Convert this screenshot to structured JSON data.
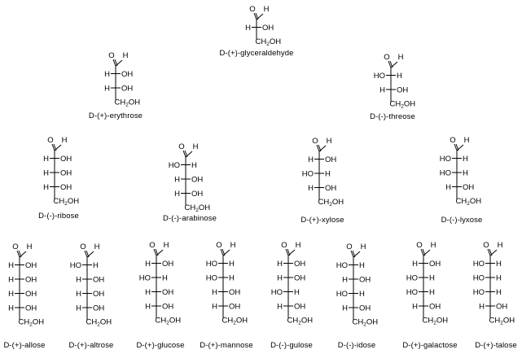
{
  "diagram_type": "Fischer projections of D-aldoses",
  "labels": {
    "aldehyde_h": "H",
    "carbonyl_o": "O",
    "h": "H",
    "oh": "OH",
    "ho": "HO",
    "terminal": "CH2OH"
  },
  "colors": {
    "ink": "#000000",
    "background": "#ffffff"
  },
  "sugars": [
    {
      "id": "glyceraldehyde",
      "name": "D-(+)-glyceraldehyde",
      "row": 1,
      "centers": [
        "R"
      ]
    },
    {
      "id": "erythrose",
      "name": "D-(+)-erythrose",
      "row": 2,
      "centers": [
        "R",
        "R"
      ]
    },
    {
      "id": "threose",
      "name": "D-(-)-threose",
      "row": 2,
      "centers": [
        "L",
        "R"
      ]
    },
    {
      "id": "ribose",
      "name": "D-(-)-ribose",
      "row": 3,
      "centers": [
        "R",
        "R",
        "R"
      ]
    },
    {
      "id": "arabinose",
      "name": "D-(-)-arabinose",
      "row": 3,
      "centers": [
        "L",
        "R",
        "R"
      ]
    },
    {
      "id": "xylose",
      "name": "D-(+)-xylose",
      "row": 3,
      "centers": [
        "R",
        "L",
        "R"
      ]
    },
    {
      "id": "lyxose",
      "name": "D-(-)-lyxose",
      "row": 3,
      "centers": [
        "L",
        "L",
        "R"
      ]
    },
    {
      "id": "allose",
      "name": "D-(+)-allose",
      "row": 4,
      "centers": [
        "R",
        "R",
        "R",
        "R"
      ]
    },
    {
      "id": "altrose",
      "name": "D-(+)-altrose",
      "row": 4,
      "centers": [
        "L",
        "R",
        "R",
        "R"
      ]
    },
    {
      "id": "glucose",
      "name": "D-(+)-glucose",
      "row": 4,
      "centers": [
        "R",
        "L",
        "R",
        "R"
      ]
    },
    {
      "id": "mannose",
      "name": "D-(+)-mannose",
      "row": 4,
      "centers": [
        "L",
        "L",
        "R",
        "R"
      ]
    },
    {
      "id": "gulose",
      "name": "D-(-)-gulose",
      "row": 4,
      "centers": [
        "R",
        "R",
        "L",
        "R"
      ]
    },
    {
      "id": "idose",
      "name": "D-(-)-idose",
      "row": 4,
      "centers": [
        "L",
        "R",
        "L",
        "R"
      ]
    },
    {
      "id": "galactose",
      "name": "D-(+)-galactose",
      "row": 4,
      "centers": [
        "R",
        "L",
        "L",
        "R"
      ]
    },
    {
      "id": "talose",
      "name": "D-(+)-talose",
      "row": 4,
      "centers": [
        "L",
        "L",
        "L",
        "R"
      ]
    }
  ]
}
